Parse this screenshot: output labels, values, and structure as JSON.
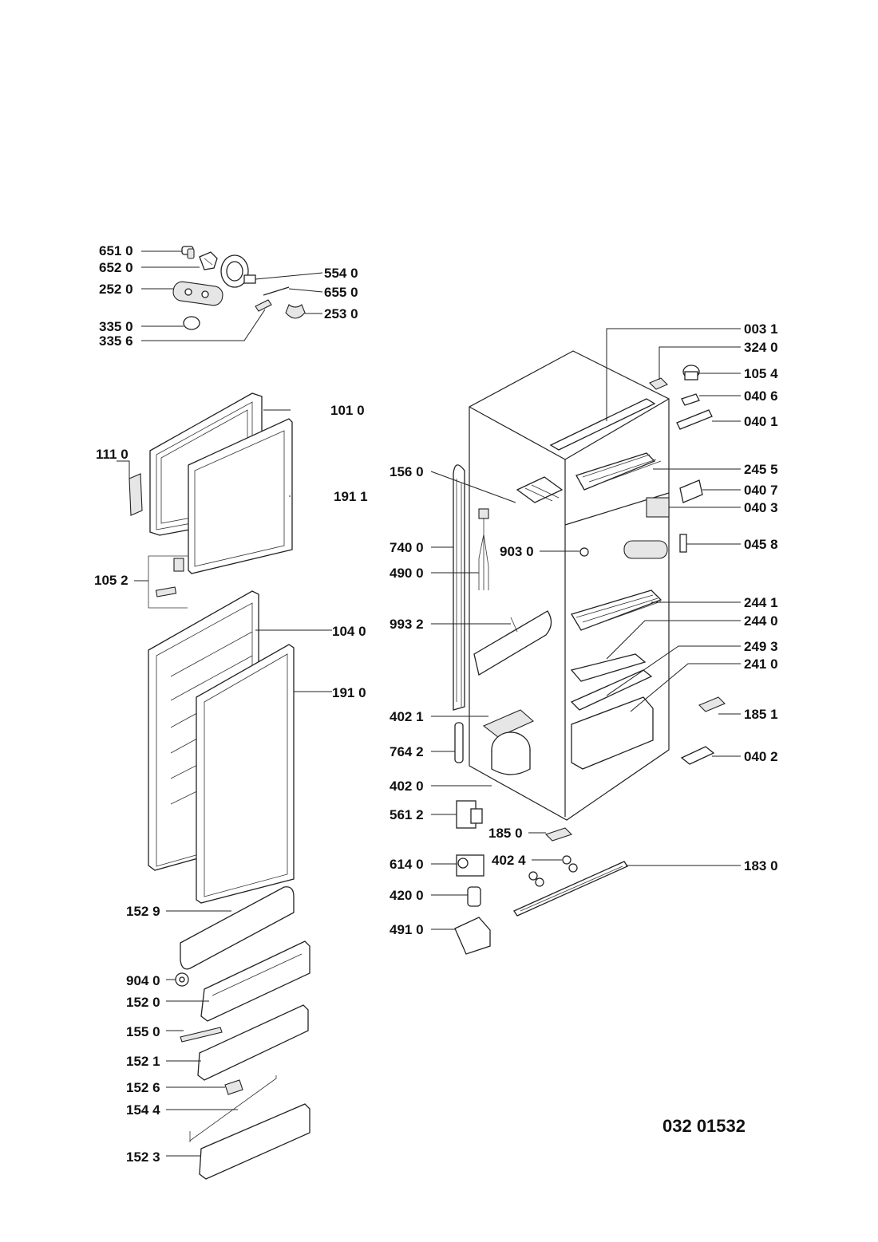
{
  "document": {
    "code": "032 01532"
  },
  "labels": {
    "p6510": "651 0",
    "p6520": "652 0",
    "p2520": "252 0",
    "p3350": "335 0",
    "p3356": "335 6",
    "p5540": "554 0",
    "p6550": "655 0",
    "p2530": "253 0",
    "p1110": "111 0",
    "p1010": "101 0",
    "p1911": "191 1",
    "p1052": "105 2",
    "p1040": "104 0",
    "p1910": "191 0",
    "p1529": "152 9",
    "p9040": "904 0",
    "p1520": "152 0",
    "p1550": "155 0",
    "p1521": "152 1",
    "p1526": "152 6",
    "p1544": "154 4",
    "p1523": "152 3",
    "p0031": "003 1",
    "p3240": "324 0",
    "p1054": "105 4",
    "p0406": "040 6",
    "p0401": "040 1",
    "p1560": "156 0",
    "p2455": "245 5",
    "p0407": "040 7",
    "p0403": "040 3",
    "p7400": "740 0",
    "p9030": "903 0",
    "p0458": "045 8",
    "p4900": "490 0",
    "p9932": "993 2",
    "p2441": "244 1",
    "p2440": "244 0",
    "p2493": "249 3",
    "p2410": "241 0",
    "p4021": "402 1",
    "p1851": "185 1",
    "p7642": "764 2",
    "p0402": "040 2",
    "p4020": "402 0",
    "p5612": "561 2",
    "p1850": "185 0",
    "p6140": "614 0",
    "p4024": "402 4",
    "p1830": "183 0",
    "p4200": "420 0",
    "p4910": "491 0"
  }
}
